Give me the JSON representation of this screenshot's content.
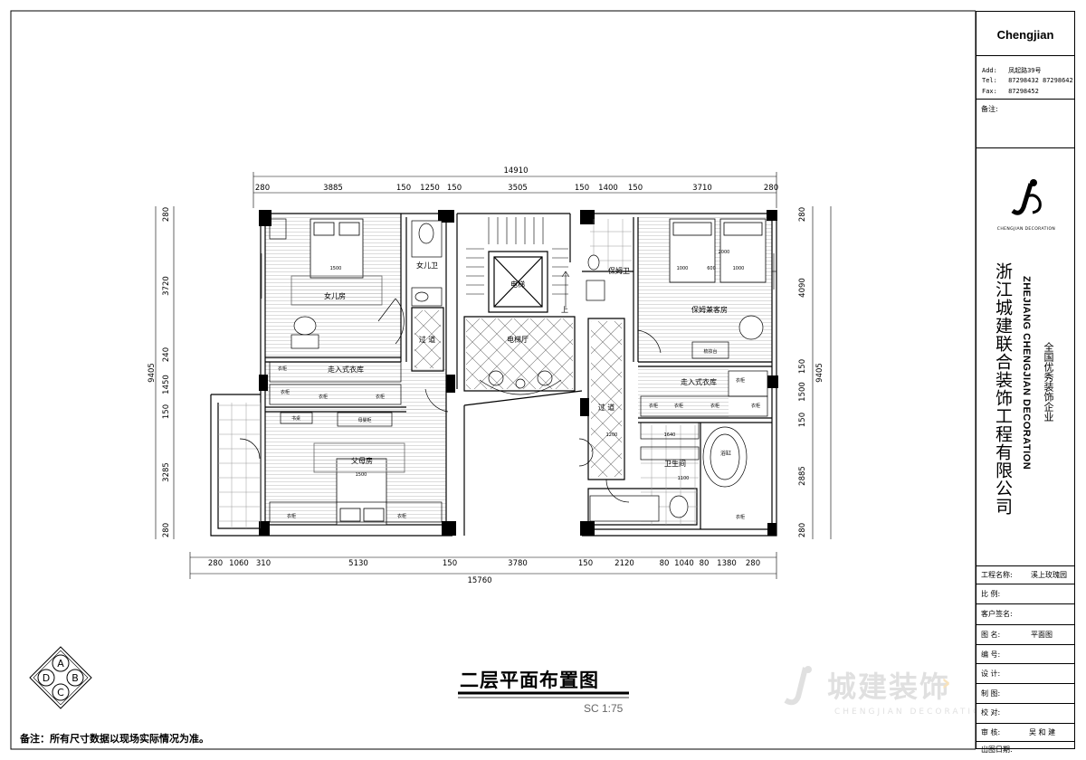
{
  "plan": {
    "title": "二层平面布置图",
    "scale": "SC 1:75",
    "note": "备注：所有尺寸数据以现场实际情况为准。",
    "rooms": {
      "daughter_room": "女儿房",
      "daughter_bath": "女儿卫",
      "elevator": "电梯",
      "elevator_hall": "电梯厅",
      "nanny_bath": "保姆卫",
      "nanny_guest": "保姆兼客房",
      "corridor": "过  道",
      "corridor2": "过  道",
      "walkin_left": "走入式衣库",
      "walkin_right": "走入式衣库",
      "parents_room": "父母房",
      "bathroom": "卫生间",
      "bathtub": "浴缸",
      "up_mark": "上"
    },
    "furniture": {
      "closet_a": "衣柜",
      "closet_b": "衣柜",
      "closet_c": "衣柜",
      "closet_d": "衣柜",
      "closet_e": "衣柜",
      "closet_f": "衣柜",
      "closet_g": "衣柜",
      "closet_h": "衣柜",
      "closet_i": "衣柜",
      "closet_j": "衣柜",
      "closet_k": "衣柜",
      "closet_l": "衣柜",
      "desk": "书桌",
      "mother_cab": "母婴柜",
      "dresser": "梳妆台",
      "bed_1500_a": "1500",
      "bed_1500_b": "1500",
      "bed_1000_a": "1000",
      "bed_1000_b": "1000",
      "bed_600": "600",
      "bed_2000": "2000",
      "d_1640": "1640",
      "d_1200": "1200",
      "d_1100": "1100"
    },
    "dims": {
      "overall_top": "14910",
      "top": [
        "280",
        "3885",
        "150",
        "1250",
        "150",
        "3505",
        "150",
        "1400",
        "150",
        "3710",
        "280"
      ],
      "overall_bottom": "15760",
      "bottom": [
        "280",
        "1060",
        "310",
        "5130",
        "150",
        "3780",
        "150",
        "2120",
        "80",
        "1040",
        "80",
        "1380",
        "280"
      ],
      "overall_left": "9405",
      "left": [
        "280",
        "3720",
        "240",
        "1450",
        "150",
        "3285",
        "280"
      ],
      "overall_right": "9405",
      "right": [
        "280",
        "4090",
        "150",
        "1500",
        "150",
        "2885",
        "280"
      ]
    },
    "compass": [
      "A",
      "B",
      "C",
      "D"
    ]
  },
  "titleblock": {
    "brand": "Chengjian",
    "add_label": "Add:",
    "add_value": "凤起路39号",
    "tel_label": "Tel:",
    "tel_value": "87298432  87298642",
    "fax_label": "Fax:",
    "fax_value": "87298452",
    "remark": "备注:",
    "logo_caption": "CHENGJIAN DECORATION",
    "company_cn": "浙江城建联合装饰工程有限公司",
    "company_en": "ZHEJIANG CHENGJIAN DECORATION",
    "slogan": "全国优秀装饰企业",
    "project_label": "工程名称:",
    "project_value": "溪上玫瑰园",
    "ratio_label": "比  例:",
    "client_label": "客户签名:",
    "drawing_label": "图    名:",
    "drawing_value": "平面图",
    "number_label": "编    号:",
    "design_label": "设    计:",
    "draw_label": "制    图:",
    "check_label": "校    对:",
    "audit_label": "审    核:",
    "audit_value": "吴 和 建",
    "date_label": "出图日期:"
  },
  "watermark": {
    "cn": "城建装饰",
    "en": "CHENGJIAN DECORATION"
  }
}
